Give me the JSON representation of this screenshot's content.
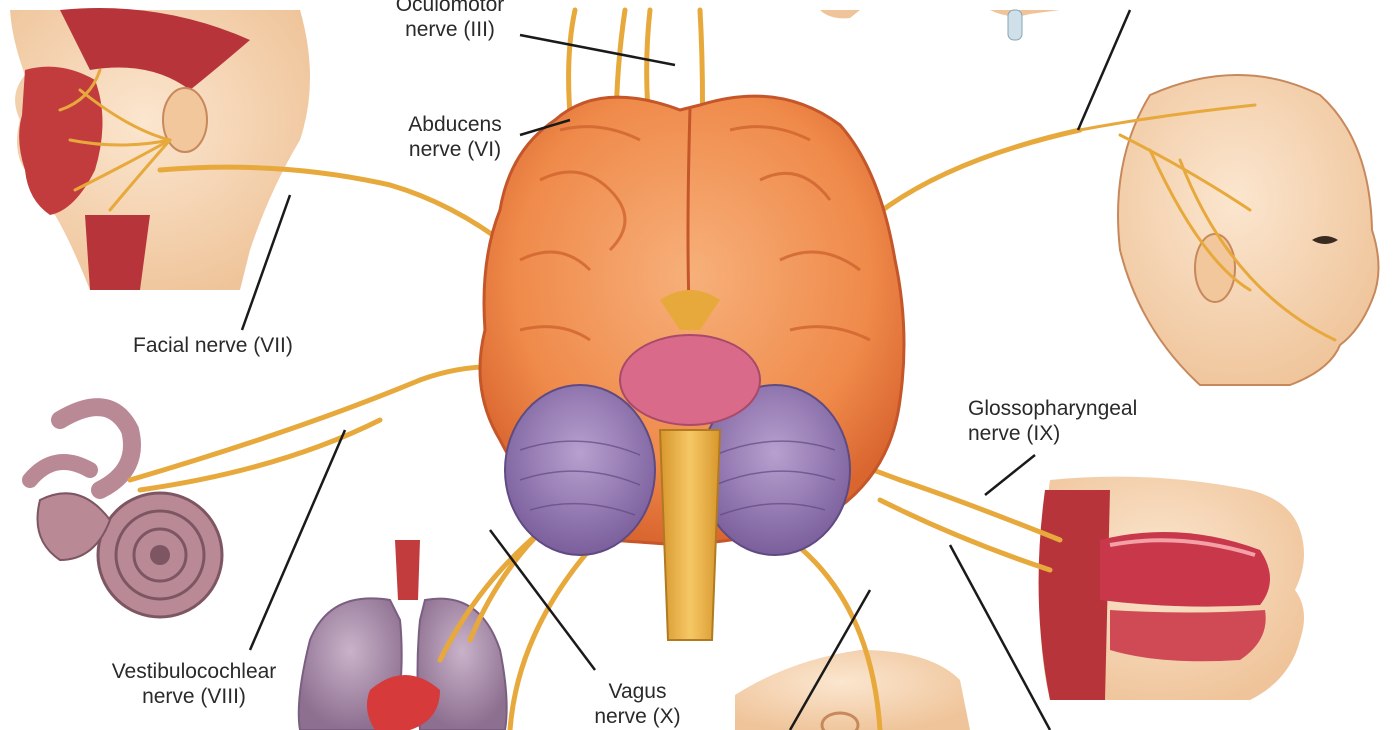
{
  "labels": {
    "oculomotor": [
      "Oculomotor",
      "nerve (III)"
    ],
    "abducens": [
      "Abducens",
      "nerve (VI)"
    ],
    "facial": [
      "Facial nerve (VII)"
    ],
    "glossopharyngeal": [
      "Glossopharyngeal",
      "nerve (IX)"
    ],
    "vestibulocochlear": [
      "Vestibulocochlear",
      "nerve (VIII)"
    ],
    "vagus": [
      "Vagus",
      "nerve (X)"
    ]
  },
  "colors": {
    "background": "#ffffff",
    "nerve": "#e7a93c",
    "brain": "#f08a4b",
    "brainstem": "#e9b14a",
    "cerebellum": "#9c7fb7",
    "pons": "#d96a8a",
    "skin": "#f6d6b3",
    "muscle": "#b8343b",
    "lung": "#a78ca8",
    "ear": "#b98a96",
    "leader_line": "#1a1a1a"
  },
  "icons": [
    "facial-muscle-head",
    "sensory-face-head",
    "inner-ear-cochlea",
    "lungs-heart",
    "mouth-tongue-section",
    "brain-inferior-view"
  ]
}
